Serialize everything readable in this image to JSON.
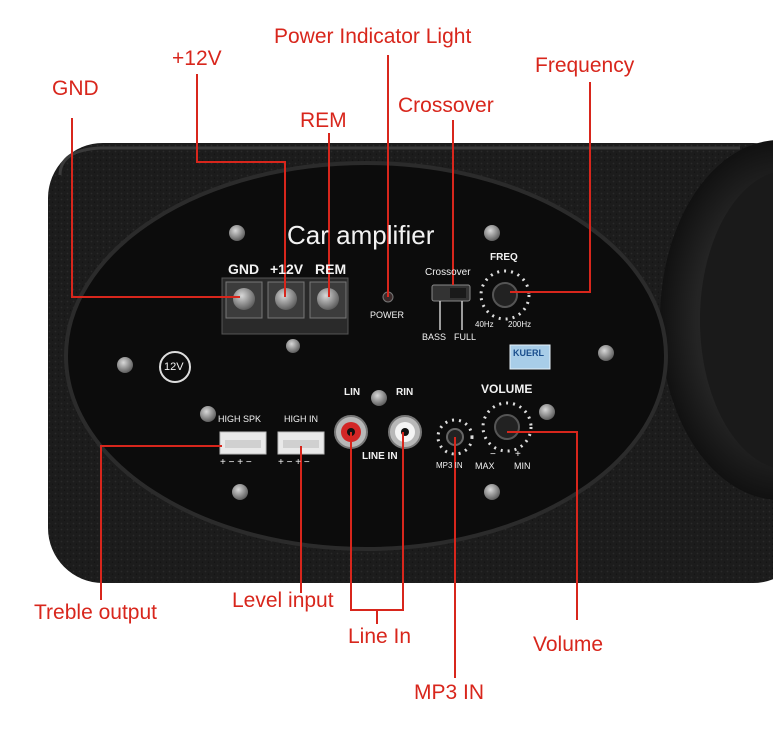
{
  "callouts": {
    "gnd": "GND",
    "plus12v": "+12V",
    "power_indicator": "Power Indicator Light",
    "rem": "REM",
    "crossover": "Crossover",
    "frequency": "Frequency",
    "treble_output": "Treble output",
    "level_input": "Level input",
    "line_in": "Line In",
    "mp3_in": "MP3 IN",
    "volume": "Volume"
  },
  "panel": {
    "title": "Car amplifier",
    "gnd": "GND",
    "plus12v": "+12V",
    "rem": "REM",
    "power": "POWER",
    "crossover": "Crossover",
    "bass": "BASS",
    "full": "FULL",
    "freq": "FREQ",
    "hz40": "40Hz",
    "hz200": "200Hz",
    "brand": "KUERL",
    "v12": "12V",
    "high_spk": "HIGH SPK",
    "high_in": "HIGH IN",
    "polarity_spk": "+ −  + −",
    "polarity_in": "+ −  + −",
    "lin": "LIN",
    "rin": "RIN",
    "line_in": "LINE IN",
    "mp3_in": "MP3 IN",
    "max": "MAX",
    "volume": "VOLUME",
    "minus": "−",
    "plus": "+",
    "min": "MIN"
  },
  "colors": {
    "callout_red": "#d8261c",
    "enclosure": "#1e1e1e",
    "panel": "#0c0c0c",
    "panel_text": "#f2f2f2"
  }
}
